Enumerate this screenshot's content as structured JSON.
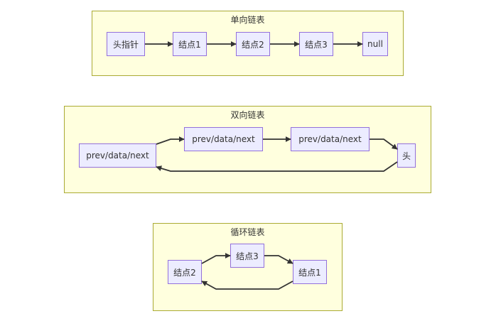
{
  "diagrams": {
    "singly": {
      "title": "单向链表",
      "nodes": {
        "head_pointer": "头指针",
        "node1": "结点1",
        "node2": "结点2",
        "node3": "结点3",
        "null": "null"
      }
    },
    "doubly": {
      "title": "双向链表",
      "nodes": {
        "left": "prev/data/next",
        "top1": "prev/data/next",
        "top2": "prev/data/next",
        "head": "头"
      }
    },
    "circular": {
      "title": "循环链表",
      "nodes": {
        "node2": "结点2",
        "node3": "结点3",
        "node1": "结点1"
      }
    }
  },
  "colors": {
    "cluster_fill": "#ffffde",
    "cluster_border": "#aaaa33",
    "node_fill": "#ececff",
    "node_border": "#9370db",
    "edge": "#333333"
  }
}
